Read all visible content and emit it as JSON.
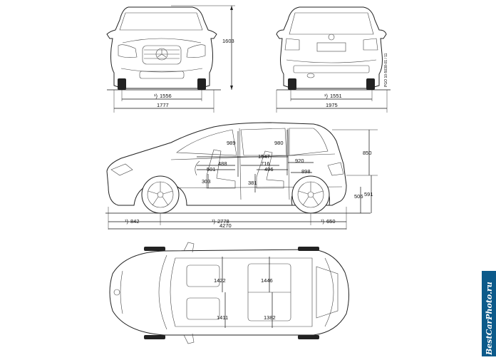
{
  "front_view": {
    "height": "1603",
    "track": "1556",
    "track_prefix": "¹)",
    "width": "1777"
  },
  "rear_view": {
    "track": "1551",
    "track_prefix": "¹)",
    "width": "1975",
    "code": "PGO 10-5038-01 / 11"
  },
  "side_view": {
    "overall_length": "4270",
    "wheelbase": "2778",
    "wheelbase_prefix": "¹)",
    "front_overhang": "842",
    "front_overhang_prefix": "¹)",
    "rear_overhang": "650",
    "rear_overhang_prefix": "¹)",
    "headroom_front": "989",
    "headroom_rear": "980",
    "interior_length": "1547",
    "dim_488": "488",
    "dim_501": "501",
    "dim_716": "716",
    "dim_496": "496",
    "dim_920": "920",
    "dim_898": "898",
    "dim_303": "303",
    "dim_381": "381",
    "height_850": "850",
    "height_506": "506",
    "height_591": "591"
  },
  "top_view": {
    "shoulder_front": "1422",
    "shoulder_rear": "1446",
    "elbow_front": "1411",
    "elbow_rear": "1382"
  },
  "watermark": {
    "text": "BestCarPhoto.ru"
  }
}
